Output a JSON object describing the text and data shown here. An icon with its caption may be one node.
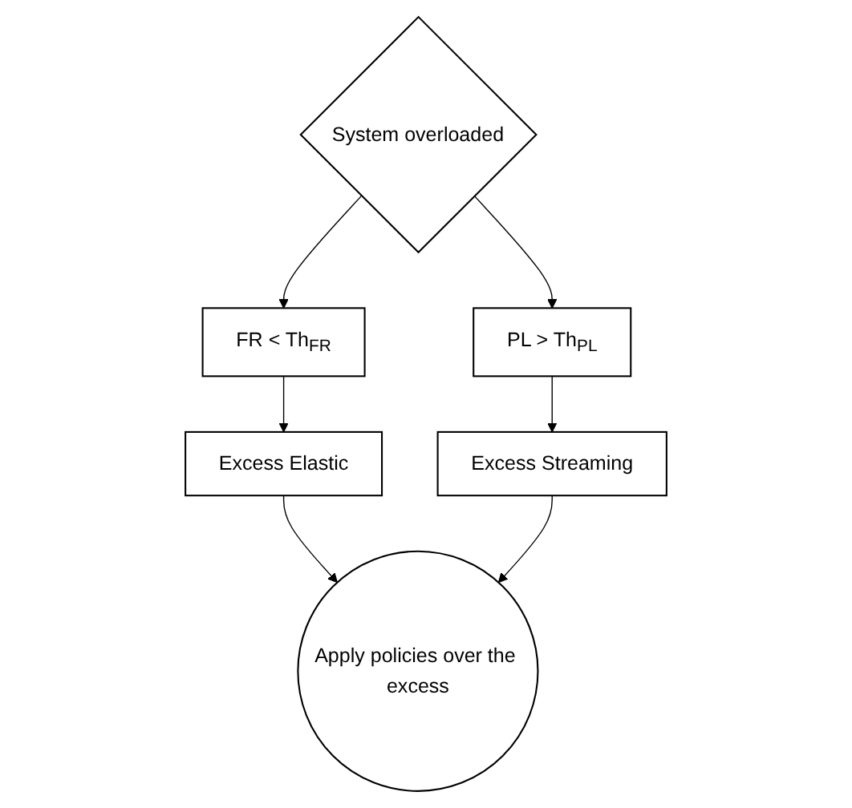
{
  "diagram": {
    "nodes": [
      {
        "text": [
          "System overloaded"
        ]
      },
      {
        "text": [
          "FR < Th$_{FR}$"
        ]
      },
      {
        "text": [
          "Excess Elastic"
        ]
      },
      {
        "text": [
          "PL > Th$_{PL}$"
        ]
      },
      {
        "text": [
          "Excess Streaming"
        ]
      },
      {
        "text": [
          "Apply policies over the excess"
        ]
      }
    ],
    "edges": [
      {
        "from": 0,
        "to": 1,
        "arrow": "to"
      },
      {
        "from": 1,
        "to": 2,
        "arrow": "to"
      },
      {
        "from": 0,
        "to": 3,
        "arrow": "to"
      },
      {
        "from": 3,
        "to": 4,
        "arrow": "to"
      },
      {
        "from": 2,
        "to": 5,
        "arrow": "to"
      },
      {
        "from": 4,
        "to": 5,
        "arrow": "to"
      }
    ]
  }
}
